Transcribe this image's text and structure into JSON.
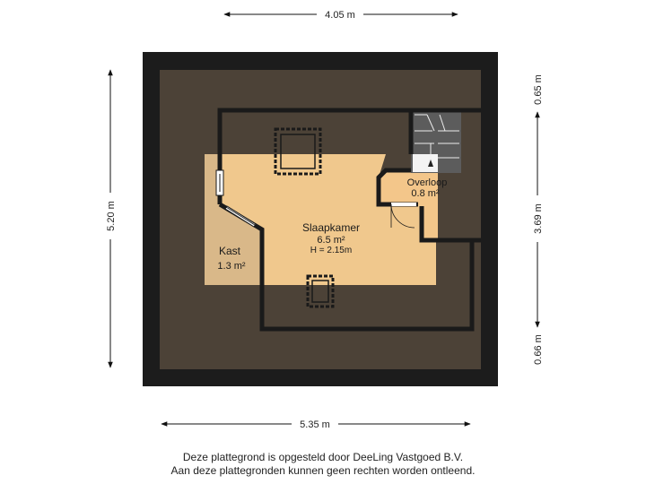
{
  "dimensions": {
    "top": "4.05 m",
    "left": "5.20 m",
    "bottom": "5.35 m",
    "right_top": "0.65 m",
    "right_middle": "3.69 m",
    "right_bottom": "0.66 m"
  },
  "rooms": {
    "slaapkamer": {
      "name": "Slaapkamer",
      "area": "6.5 m²",
      "height": "H = 2.15m"
    },
    "kast": {
      "name": "Kast",
      "area": "1.3 m²"
    },
    "overloop": {
      "name": "Overloop",
      "area": "0.8 m²"
    }
  },
  "footer": {
    "line1": "Deze plattegrond is opgesteld door DeeLing Vastgoed B.V.",
    "line2": "Aan deze plattegronden kunnen geen rechten worden ontleend."
  },
  "colors": {
    "outer_wall": "#1c1c1c",
    "roof_area": "#4c4237",
    "room_floor": "#f0c88d",
    "kast_floor": "#d9b889",
    "overloop_floor": "#f3c68a",
    "stair_dark": "#5c5c5c",
    "wall": "#1a1a1a"
  }
}
